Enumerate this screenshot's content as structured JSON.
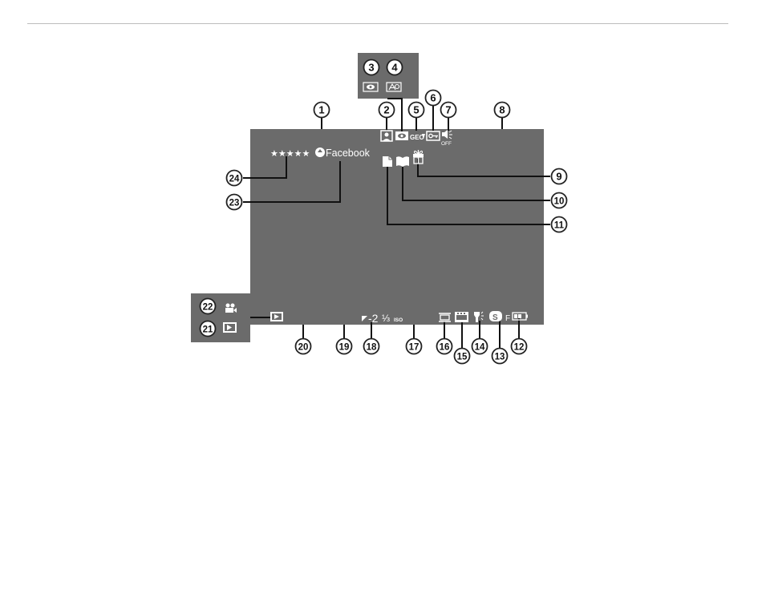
{
  "colors": {
    "screen": "#6b6b6b",
    "inset": "#6b6b6b",
    "callout_fill": "#ffffff",
    "callout_stroke": "#222222",
    "leader": "#111111",
    "icon": "#ffffff"
  },
  "screen": {
    "rating_stars": "★★★★★",
    "facebook_label": "Facebook",
    "exposure_comp": "-2",
    "exposure_fraction": "⅓",
    "iso_label": "ISO",
    "geo_label": "GEO",
    "sound_off_label": "OFF",
    "film_sim_label": "F"
  },
  "callouts": [
    {
      "id": "c1",
      "label": "1"
    },
    {
      "id": "c2",
      "label": "2"
    },
    {
      "id": "c3",
      "label": "3"
    },
    {
      "id": "c4",
      "label": "4"
    },
    {
      "id": "c5",
      "label": "5"
    },
    {
      "id": "c6",
      "label": "6"
    },
    {
      "id": "c7",
      "label": "7"
    },
    {
      "id": "c8",
      "label": "8"
    },
    {
      "id": "c9",
      "label": "9"
    },
    {
      "id": "c10",
      "label": "10"
    },
    {
      "id": "c11",
      "label": "11"
    },
    {
      "id": "c12",
      "label": "12"
    },
    {
      "id": "c13",
      "label": "13"
    },
    {
      "id": "c14",
      "label": "14"
    },
    {
      "id": "c15",
      "label": "15"
    },
    {
      "id": "c16",
      "label": "16"
    },
    {
      "id": "c17",
      "label": "17"
    },
    {
      "id": "c18",
      "label": "18"
    },
    {
      "id": "c19",
      "label": "19"
    },
    {
      "id": "c20",
      "label": "20"
    },
    {
      "id": "c21",
      "label": "21"
    },
    {
      "id": "c22",
      "label": "22"
    },
    {
      "id": "c23",
      "label": "23"
    },
    {
      "id": "c24",
      "label": "24"
    }
  ]
}
